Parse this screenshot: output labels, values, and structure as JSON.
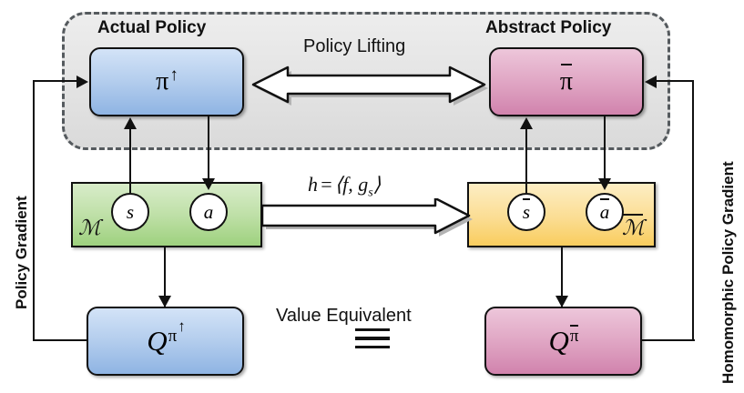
{
  "diagram": {
    "title_alt": "Policy lifting between actual MDP and abstract MDP",
    "groups": [
      {
        "id": "actual-policy",
        "label": "Actual Policy"
      },
      {
        "id": "abstract-policy",
        "label": "Abstract Policy"
      }
    ],
    "nodes": {
      "actual_policy_symbol": {
        "base": "π",
        "sup": "↑"
      },
      "abstract_policy_symbol": {
        "base": "π",
        "overbar": true
      },
      "actual_q_symbol": {
        "base": "Q",
        "sup_base": "π",
        "sup_sup": "↑"
      },
      "abstract_q_symbol": {
        "base": "Q",
        "sup_base": "π",
        "sup_overbar": true
      },
      "state": {
        "label": "s"
      },
      "action": {
        "label": "a"
      },
      "abstract_state": {
        "label": "s",
        "overbar": true
      },
      "abstract_action": {
        "label": "a",
        "overbar": true
      },
      "mdp_label": {
        "label": "ℳ"
      },
      "abstract_mdp_label": {
        "label": "ℳ",
        "overbar": true
      }
    },
    "edges": {
      "policy_lifting": {
        "label": "Policy Lifting",
        "style": "double-headed-block-arrow"
      },
      "homomorphism": {
        "label": "h = ⟨f, g",
        "label_sub": "s",
        "label_tail": "⟩",
        "style": "block-arrow-right"
      },
      "value_equivalence": {
        "label": "Value Equivalent",
        "symbol": "≡"
      },
      "policy_gradient": {
        "label": "Policy Gradient"
      },
      "homomorphic_gradient": {
        "label": "Homomorphic Policy Gradient"
      }
    },
    "colors": {
      "policy_blue": "#b6cfee",
      "policy_pink": "#e0a6c4",
      "mdp_green": "#bfe0a8",
      "mdp_yellow": "#fbdd93",
      "group_gray": "#e3e3e3",
      "stroke": "#111111",
      "dash_stroke": "#555a5e"
    }
  }
}
